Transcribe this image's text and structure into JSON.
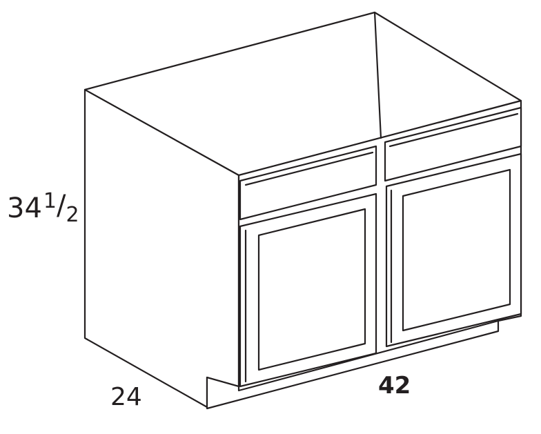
{
  "diagram": {
    "subject": "sink-base-cabinet",
    "line_color": "#231f20",
    "background_color": "#ffffff",
    "dimensions": {
      "height": {
        "whole": "34",
        "numerator": "1",
        "slash": "/",
        "denominator": "2"
      },
      "depth": "24",
      "width": "42"
    }
  }
}
